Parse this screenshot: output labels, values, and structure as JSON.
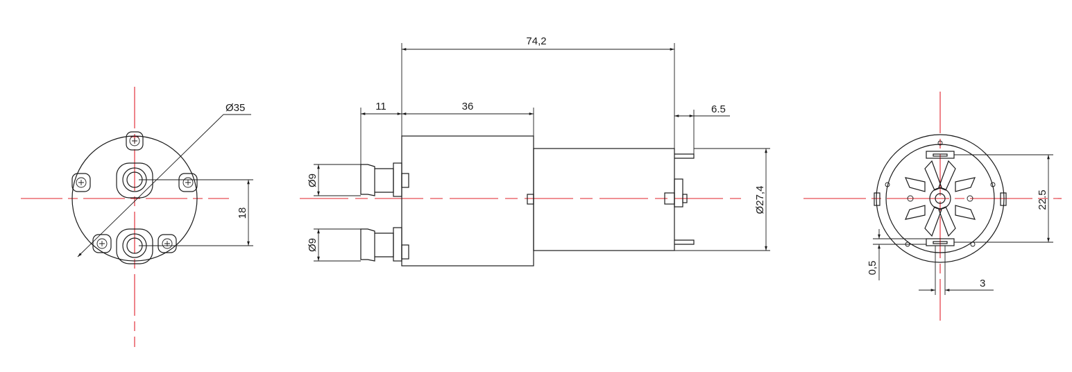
{
  "dimensions": {
    "front_diameter": "Ø35",
    "front_port_spacing": "18",
    "overall_length": "74,2",
    "port_length": "11",
    "pump_body_length": "36",
    "shaft_length": "6.5",
    "upper_port_diameter": "Ø9",
    "lower_port_diameter": "Ø9",
    "motor_diameter": "Ø27,4",
    "rear_terminal_spacing": "22.5",
    "rear_terminal_offset": "0,5",
    "rear_terminal_width": "3"
  },
  "colors": {
    "outline": "#1a1a1a",
    "centerline": "#e0202a",
    "background": "#ffffff"
  },
  "icons": {
    "screw": "phillips-screw-icon",
    "port": "hose-port-icon"
  }
}
